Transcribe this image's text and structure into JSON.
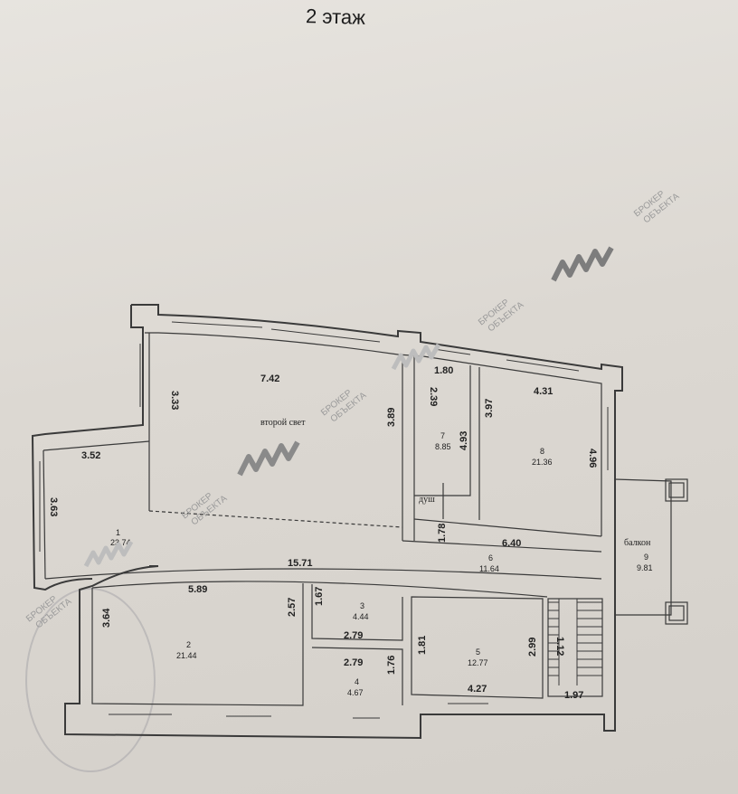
{
  "page_title": "2 этаж",
  "watermark": [
    "БРОКЕР",
    "ОБЪЕКТА"
  ],
  "labels": {
    "second_light": "второй свет",
    "shower": "душ",
    "balcony": "балкон"
  },
  "rooms": [
    {
      "number": "1",
      "area": "23.74"
    },
    {
      "number": "2",
      "area": "21.44"
    },
    {
      "number": "3",
      "area": "4.44"
    },
    {
      "number": "4",
      "area": "4.67"
    },
    {
      "number": "5",
      "area": "12.77"
    },
    {
      "number": "6",
      "area": "11.64"
    },
    {
      "number": "7",
      "area": "8.85"
    },
    {
      "number": "8",
      "area": "21.36"
    },
    {
      "number": "9",
      "area": "9.81"
    }
  ],
  "dimensions": {
    "d742": "7.42",
    "d333": "3.33",
    "d389": "3.89",
    "d352": "3.52",
    "d363": "3.63",
    "d180": "1.80",
    "d239": "2.39",
    "d493": "4.93",
    "d431": "4.31",
    "d397": "3.97",
    "d496": "4.96",
    "d640": "6.40",
    "d178": "1.78",
    "d1571": "15.71",
    "d589": "5.89",
    "d364": "3.64",
    "d257": "2.57",
    "d167": "1.67",
    "d279a": "2.79",
    "d279b": "2.79",
    "d176": "1.76",
    "d181": "1.81",
    "d299": "2.99",
    "d427": "4.27",
    "d112": "1.12",
    "d197": "1.97"
  },
  "colors": {
    "paper": "#e2dfda",
    "walls": "#3a3a3a",
    "watermark": "#9a9a9a"
  }
}
